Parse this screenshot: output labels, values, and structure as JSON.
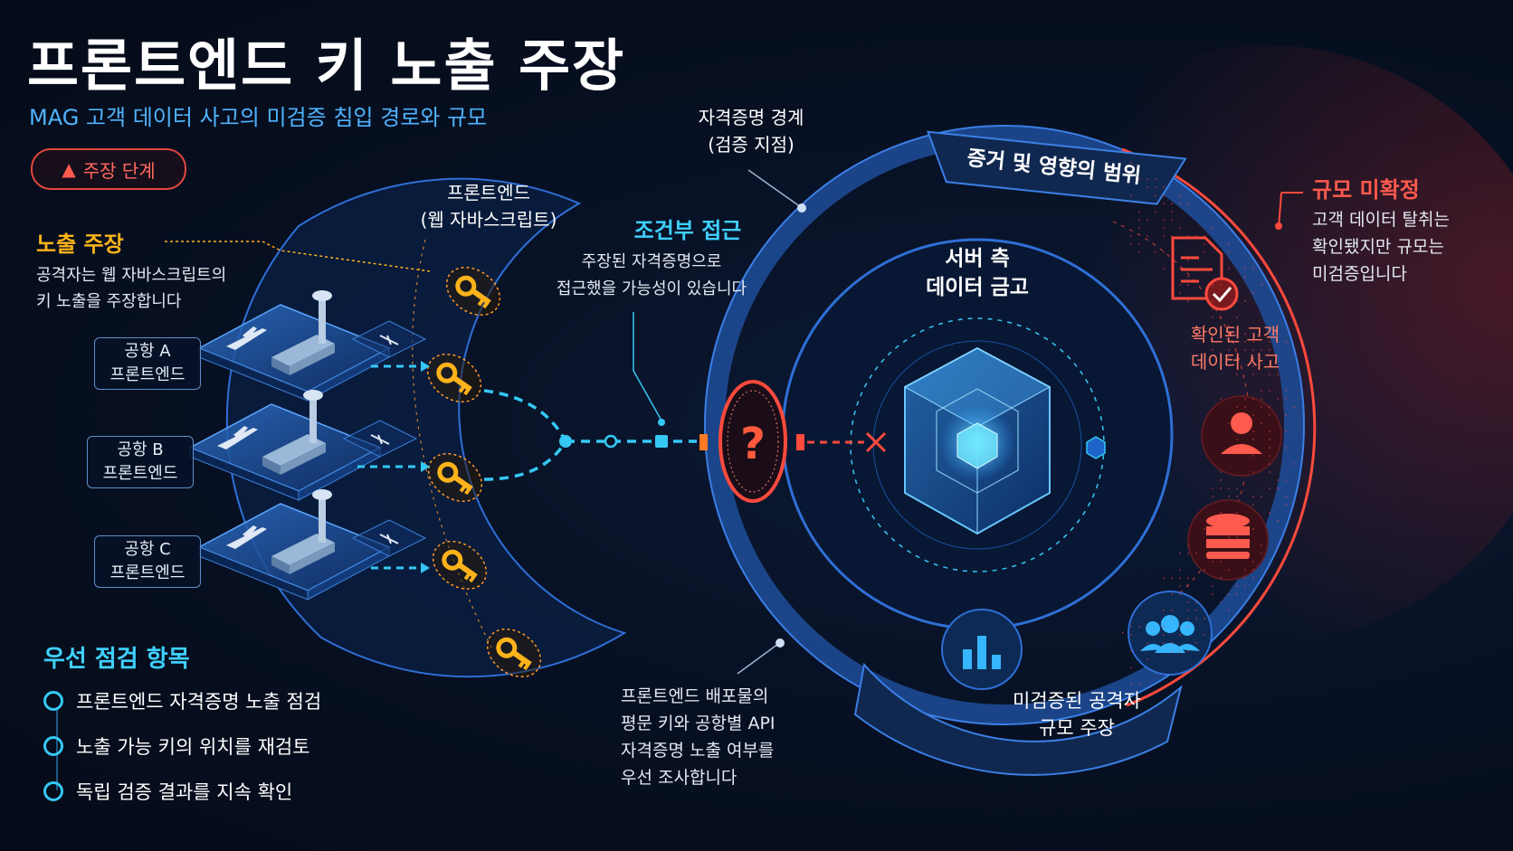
{
  "title": "프론트엔드 키 노출 주장",
  "subtitle": "MAG 고객 데이터 사고의 미검증 침입 경로와 규모",
  "badge": {
    "icon": "warning-triangle-icon",
    "label": "주장 단계"
  },
  "left": {
    "heading": "노출 주장",
    "desc_line1": "공격자는 웹 자바스크립트의",
    "desc_line2": "키 노출을 주장합니다",
    "airports": [
      {
        "name": "공항 A",
        "sub": "프론트엔드"
      },
      {
        "name": "공항 B",
        "sub": "프론트엔드"
      },
      {
        "name": "공항 C",
        "sub": "프론트엔드"
      }
    ]
  },
  "frontend_arc": {
    "line1": "프론트엔드",
    "line2": "(웹 자바스크립트)"
  },
  "conditional": {
    "heading": "조건부 접근",
    "line1": "주장된 자격증명으로",
    "line2": "접근했을 가능성이 있습니다"
  },
  "credential_boundary": {
    "line1": "자격증명 경계",
    "line2": "(검증 지점)"
  },
  "unknown_mark": "?",
  "bottom_note": {
    "line1": "프론트엔드 배포물의",
    "line2": "평문 키와 공항별 API",
    "line3": "자격증명 노출 여부를",
    "line4": "우선 조사합니다"
  },
  "scope_banner": "증거 및 영향의 범위",
  "vault": {
    "line1": "서버 측",
    "line2": "데이터 금고"
  },
  "confirmed": {
    "line1": "확인된 고객",
    "line2": "데이터 사고"
  },
  "attacker_scale": {
    "line1": "미검증된 공격자",
    "line2": "규모 주장"
  },
  "right": {
    "heading": "규모 미확정",
    "line1": "고객 데이터 탈취는",
    "line2": "확인됐지만 규모는",
    "line3": "미검증입니다"
  },
  "priority": {
    "heading": "우선 점검 항목",
    "items": [
      "프론트엔드 자격증명 노출 점검",
      "노출 가능 키의 위치를 재검토",
      "독립 검증 결과를 지속 확인"
    ]
  },
  "colors": {
    "accent_cyan": "#35c8f5",
    "accent_orange": "#ffb31a",
    "accent_red": "#ff4a3d",
    "blue_ring": "#2f6fd6"
  }
}
